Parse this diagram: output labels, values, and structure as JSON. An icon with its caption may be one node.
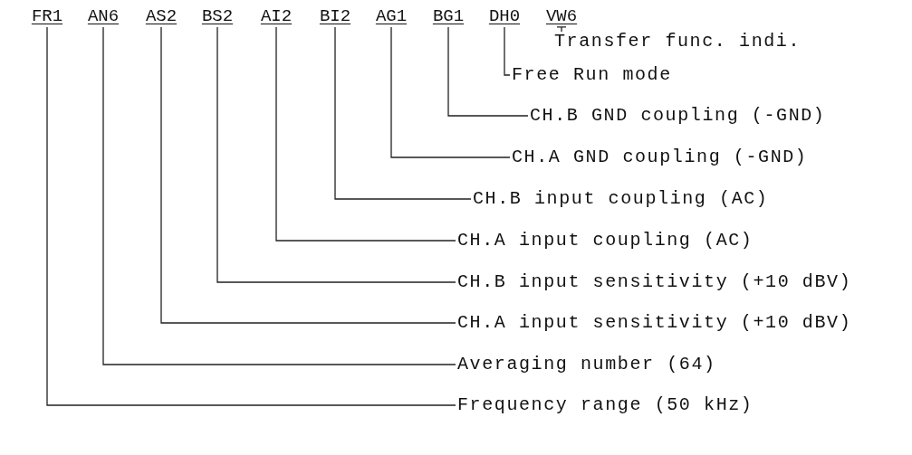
{
  "diagram": {
    "nodes": [
      {
        "text": [
          "FR1"
        ]
      },
      {
        "text": [
          "AN6"
        ]
      },
      {
        "text": [
          "AS2"
        ]
      },
      {
        "text": [
          "BS2"
        ]
      },
      {
        "text": [
          "AI2"
        ]
      },
      {
        "text": [
          "BI2"
        ]
      },
      {
        "text": [
          "AG1"
        ]
      },
      {
        "text": [
          "BG1"
        ]
      },
      {
        "text": [
          "DH0"
        ]
      },
      {
        "text": [
          "VW6"
        ]
      },
      {
        "text": [
          "Transfer func. indi."
        ]
      },
      {
        "text": [
          "Free Run mode"
        ]
      },
      {
        "text": [
          "CH.B GND coupling (-GND)"
        ]
      },
      {
        "text": [
          "CH.A GND coupling (-GND)"
        ]
      },
      {
        "text": [
          "CH.B input coupling (AC)"
        ]
      },
      {
        "text": [
          "CH.A input coupling (AC)"
        ]
      },
      {
        "text": [
          "CH.B input sensitivity (+10 dBV)"
        ]
      },
      {
        "text": [
          "CH.A input sensitivity (+10 dBV)"
        ]
      },
      {
        "text": [
          "Averaging number (64)"
        ]
      },
      {
        "text": [
          "Frequency range (50 kHz)"
        ]
      }
    ],
    "edges": [
      {
        "from": 9,
        "to": 10,
        "arrow": "none"
      },
      {
        "from": 8,
        "to": 11,
        "arrow": "none"
      },
      {
        "from": 7,
        "to": 12,
        "arrow": "none"
      },
      {
        "from": 6,
        "to": 13,
        "arrow": "none"
      },
      {
        "from": 5,
        "to": 14,
        "arrow": "none"
      },
      {
        "from": 4,
        "to": 15,
        "arrow": "none"
      },
      {
        "from": 3,
        "to": 16,
        "arrow": "none"
      },
      {
        "from": 2,
        "to": 17,
        "arrow": "none"
      },
      {
        "from": 1,
        "to": 18,
        "arrow": "none"
      },
      {
        "from": 0,
        "to": 19,
        "arrow": "none"
      }
    ]
  }
}
